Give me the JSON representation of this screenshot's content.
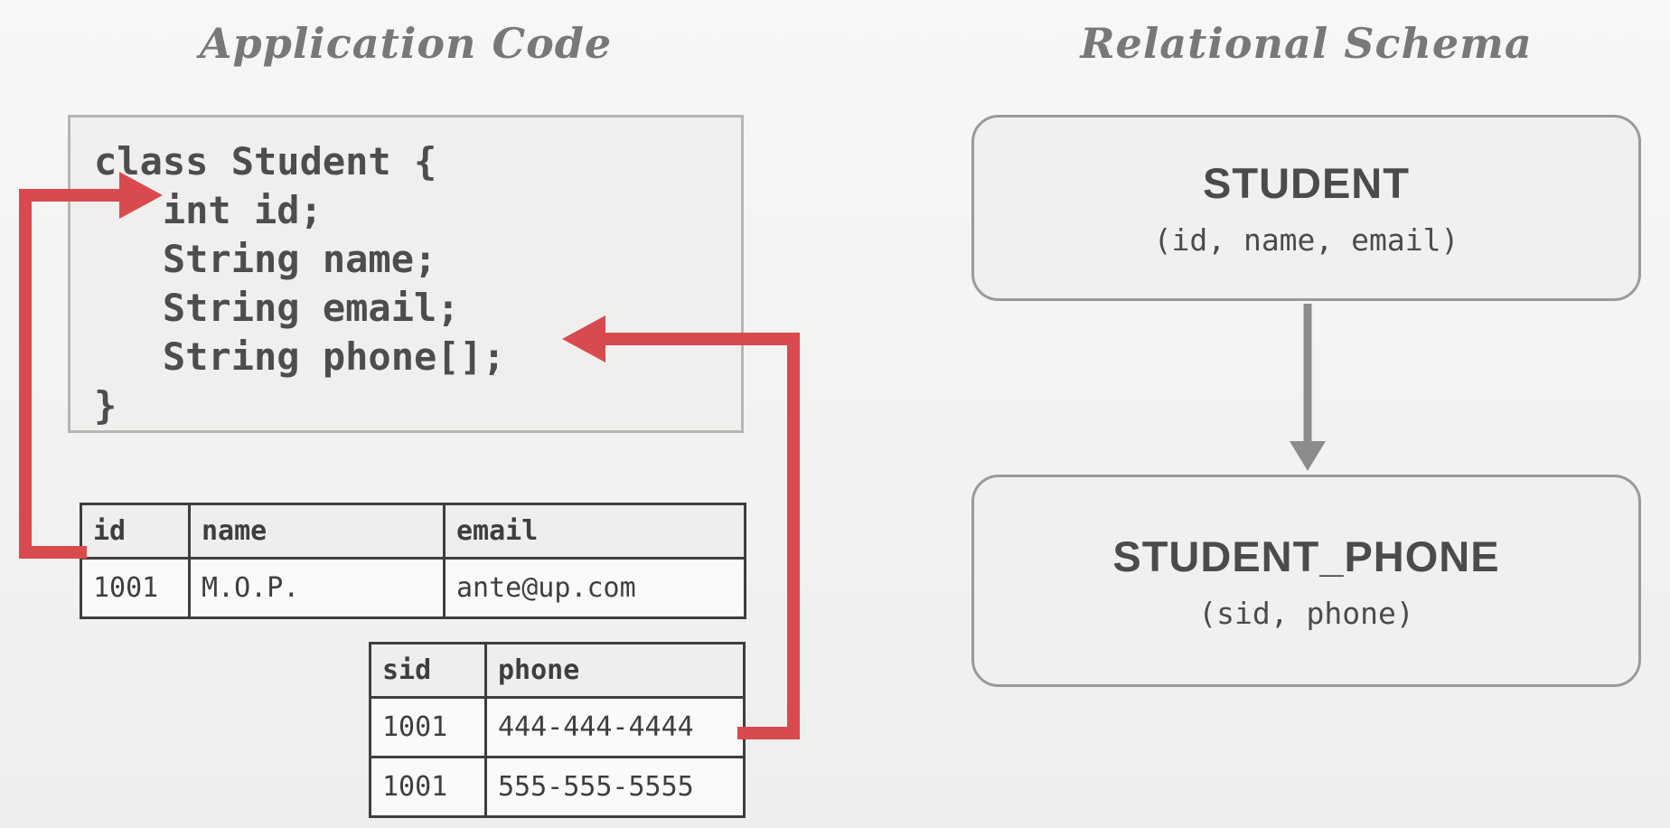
{
  "left": {
    "title": "Application Code",
    "code": {
      "lines": [
        "class Student {",
        "   int id;",
        "   String name;",
        "   String email;",
        "   String phone[];",
        "}"
      ]
    },
    "student_table": {
      "headers": [
        "id",
        "name",
        "email"
      ],
      "rows": [
        [
          "1001",
          "M.O.P.",
          "ante@up.com"
        ]
      ]
    },
    "phone_table": {
      "headers": [
        "sid",
        "phone"
      ],
      "rows": [
        [
          "1001",
          "444-444-4444"
        ],
        [
          "1001",
          "555-555-5555"
        ]
      ]
    }
  },
  "right": {
    "title": "Relational Schema",
    "student_box": {
      "name": "STUDENT",
      "attrs": "(id, name, email)"
    },
    "student_phone_box": {
      "name": "STUDENT_PHONE",
      "attrs": "(sid, phone)"
    }
  },
  "colors": {
    "red": "#d94a4e",
    "gray": "#8c8c8a"
  }
}
